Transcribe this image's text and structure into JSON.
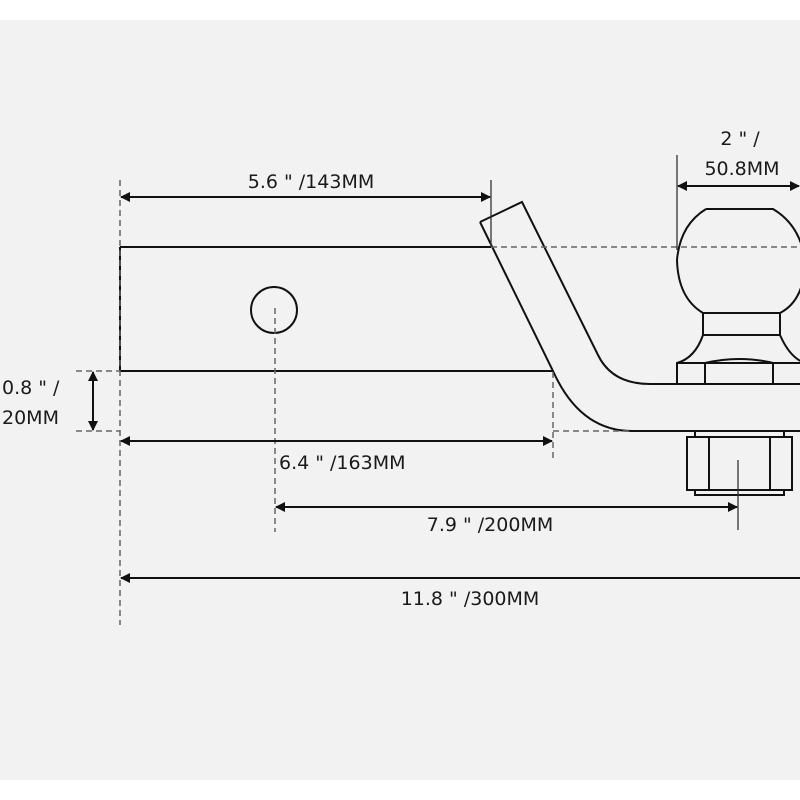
{
  "dimensions": {
    "riser_offset": "5.6 \" /143MM",
    "ball_diameter_line1": "2 \" /",
    "ball_diameter_line2": "50.8MM",
    "drop_line1": "0.8 \" /",
    "drop_line2": "20MM",
    "shank_length": "6.4 \" /163MM",
    "hole_to_ball": "7.9 \" /200MM",
    "total_length": "11.8 \" /300MM"
  },
  "colors": {
    "background": "#f2f2f2",
    "line": "#111111"
  }
}
